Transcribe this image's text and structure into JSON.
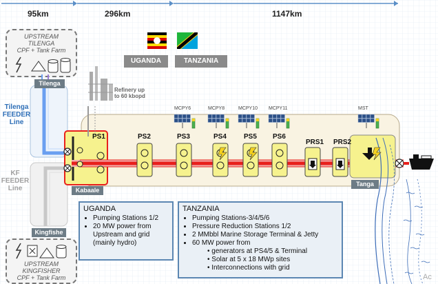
{
  "distances": {
    "seg1": "95km",
    "seg2": "296km",
    "seg3": "1147km"
  },
  "upstream_tilenga": {
    "line1": "UPSTREAM",
    "line2": "TILENGA",
    "line3": "CPF + Tank Farm"
  },
  "upstream_kingfisher": {
    "line1": "UPSTREAM",
    "line2": "KINGFISHER",
    "line3": "CPF + Tank Farm"
  },
  "tags": {
    "tilenga": "Tilenga",
    "kingfisher": "Kingfishe",
    "kabaale": "Kabaale",
    "tanga": "Tanga"
  },
  "feeders": {
    "tilenga": {
      "l1": "Tilenga",
      "l2": "FEEDER",
      "l3": "Line"
    },
    "kf": {
      "l1": "KF",
      "l2": "FEEDER",
      "l3": "Line"
    }
  },
  "countries": {
    "uganda": "UGANDA",
    "tanzania": "TANZANIA"
  },
  "refinery": {
    "l1": "Refinery up",
    "l2": "to 60 kbopd"
  },
  "stations": [
    "PS1",
    "PS2",
    "PS3",
    "PS4",
    "PS5",
    "PS6",
    "PRS1",
    "PRS2"
  ],
  "mcpy": [
    "MCPY6",
    "MCPY8",
    "MCPY10",
    "MCPY11",
    "MST"
  ],
  "uganda_box": {
    "title": "UGANDA",
    "items": [
      "Pumping Stations 1/2",
      "20 MW power from Upstream and grid (mainly hydro)"
    ]
  },
  "tanzania_box": {
    "title": "TANZANIA",
    "items": [
      "Pumping Stations-3/4/5/6",
      "Pressure Reduction Stations 1/2",
      "2 MMbbl Marine Storage Terminal & Jetty",
      "60 MW power from"
    ],
    "sub_items": [
      "generators at PS4/5 & Terminal",
      "Solar at 5 x 18 MWp sites",
      "Interconnections with grid"
    ]
  },
  "corner_text": "Ac",
  "colors": {
    "pipeline_red": "#e8201c",
    "station_yellow": "#f6f28e",
    "tilenga_line": "#6a9ff0",
    "info_border": "#5b86b2",
    "tag_gray": "#6d7c86"
  }
}
